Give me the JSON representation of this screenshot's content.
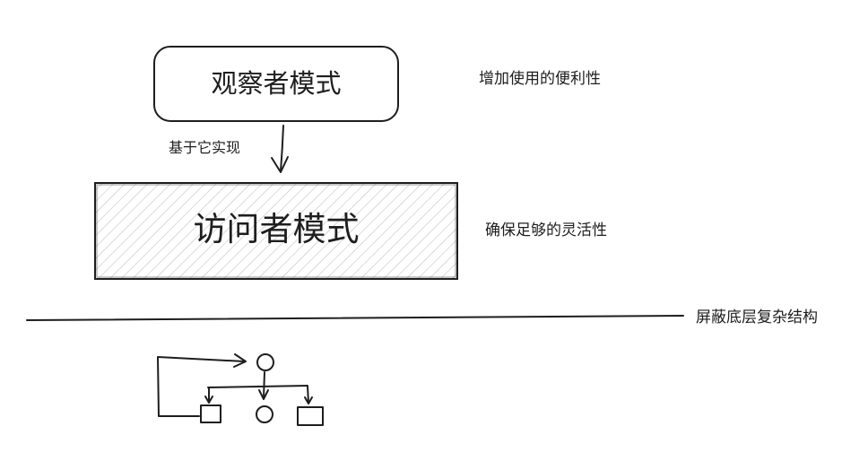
{
  "diagram": {
    "observer_box": {
      "label": "观察者模式"
    },
    "visitor_box": {
      "label": "访问者模式"
    },
    "arrow_label": "基于它实现",
    "notes": {
      "convenience": "增加使用的便利性",
      "flexibility": "确保足够的灵活性",
      "shield": "屏蔽底层复杂结构"
    }
  },
  "colors": {
    "stroke": "#1e1e1e",
    "background": "#ffffff",
    "hatch": "#b8b8b8"
  }
}
